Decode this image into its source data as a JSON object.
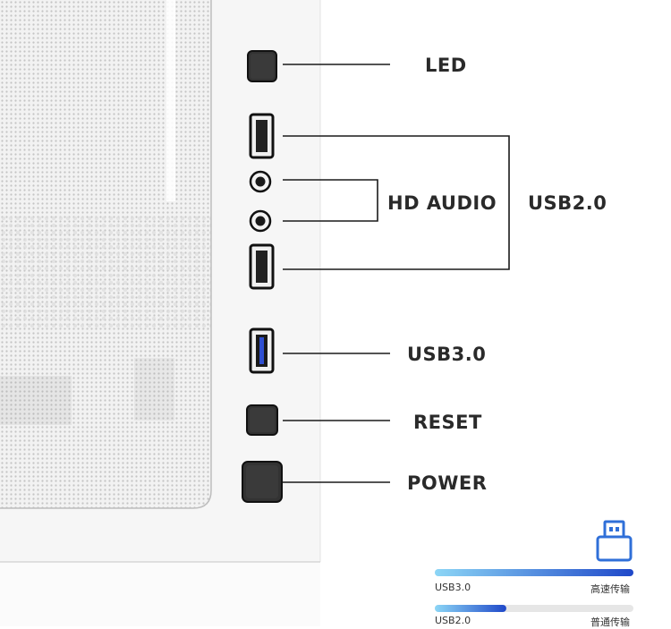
{
  "labels": {
    "led": "LED",
    "hd_audio": "HD AUDIO",
    "usb2": "USB2.0",
    "usb3": "USB3.0",
    "reset": "RESET",
    "power": "POWER"
  },
  "legend": {
    "usb3_name": "USB3.0",
    "usb3_speed": "高速传输",
    "usb3_fill": 1.0,
    "usb2_name": "USB2.0",
    "usb2_speed": "普通传输",
    "usb2_fill": 0.36
  },
  "colors": {
    "usb3_accent": "#2f4fd1",
    "bar_start": "#8cd6f6",
    "bar_end": "#1f48c9",
    "line": "#1a1a1a",
    "panel": "#f6f6f6"
  },
  "icons": [
    "usb-drive-icon"
  ]
}
